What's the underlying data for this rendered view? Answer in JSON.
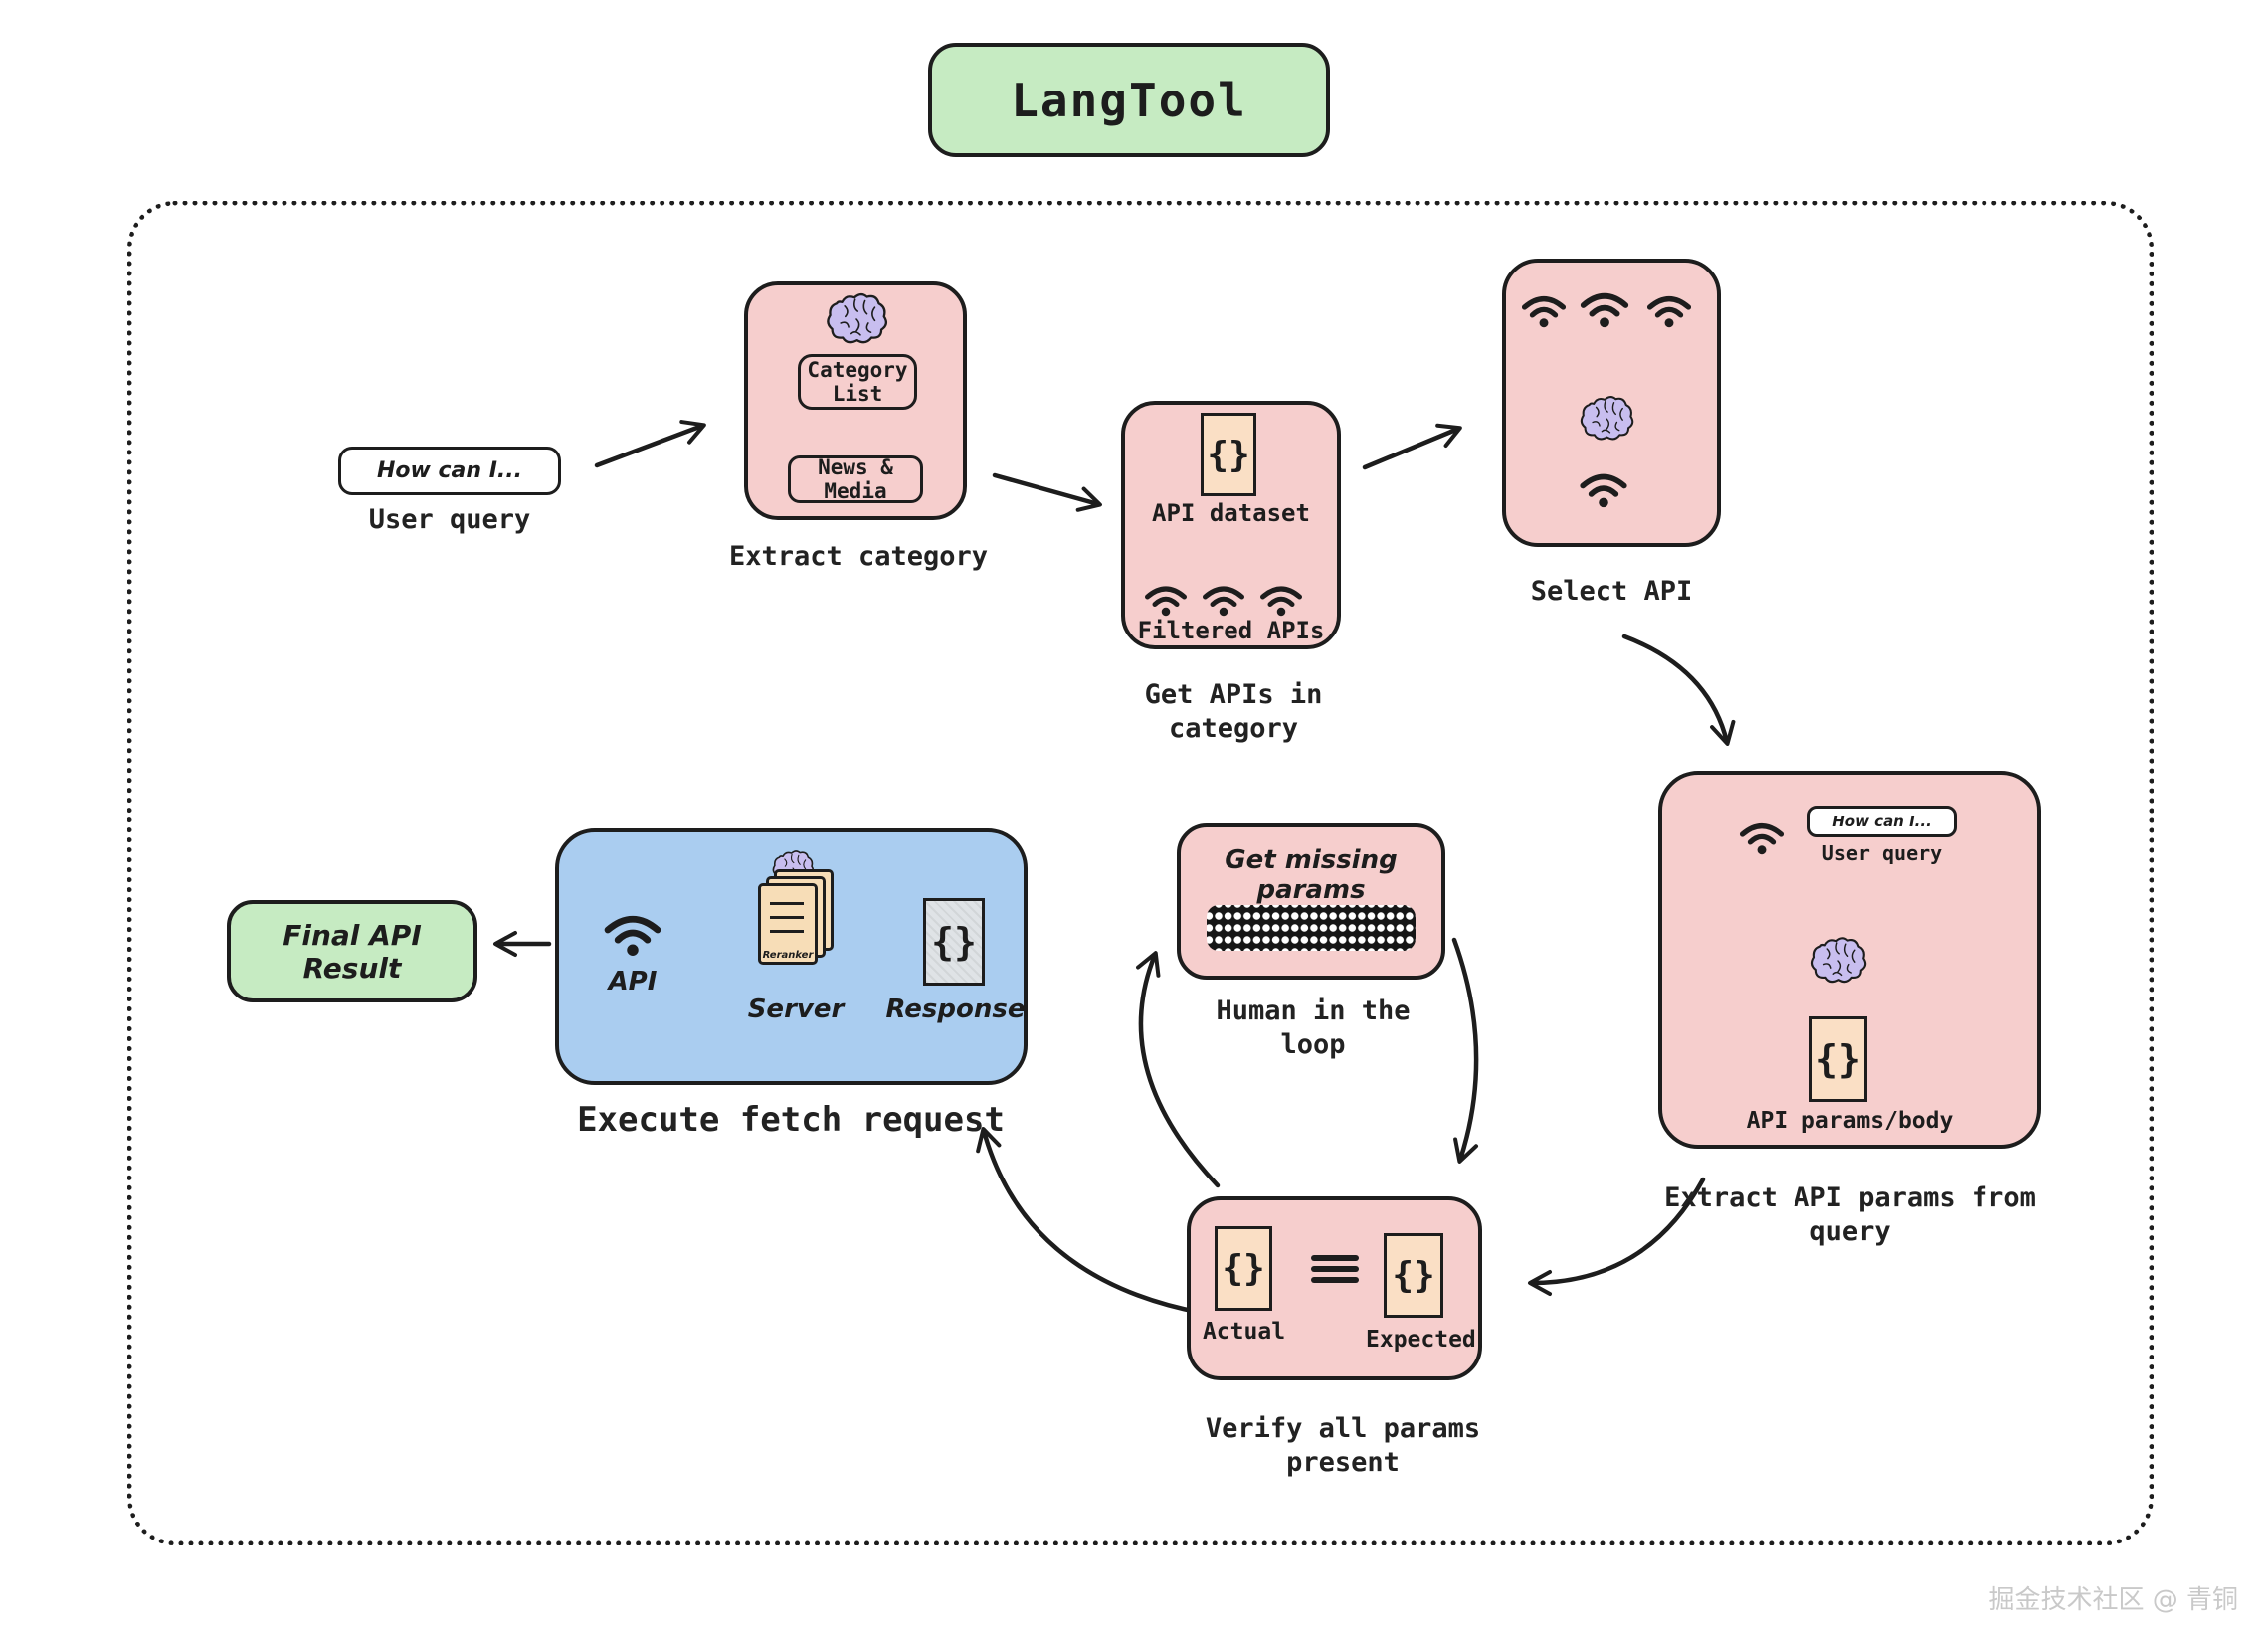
{
  "title": "LangTool",
  "braces_glyph": "{}",
  "watermark": "掘金技术社区 @ 青铜",
  "colors": {
    "box_pink": "#f6cecd",
    "box_blue": "#aacdf0",
    "box_green": "#c6ebc2",
    "doc_peach": "#fadfc5",
    "brain_purple": "#c8beef",
    "ink": "#1d1d1d"
  },
  "icons": {
    "wifi": "wifi-icon",
    "brain": "brain-icon",
    "keyboard": "keyboard-icon",
    "server_pages": "documents-icon",
    "response_doc": "document-icon",
    "equals": "triple-equals"
  },
  "nodes": {
    "user_query": {
      "text": "How can I...",
      "caption": "User query"
    },
    "extract_category": {
      "caption": "Extract category",
      "category_list": "Category List",
      "category_value": "News & Media"
    },
    "get_apis": {
      "caption": "Get APIs in category",
      "dataset_label": "API dataset",
      "filtered_label": "Filtered APIs"
    },
    "select_api": {
      "caption": "Select API"
    },
    "extract_params": {
      "caption": "Extract API params from query",
      "query_text": "How can I...",
      "query_label": "User query",
      "params_label": "API params/body"
    },
    "execute_fetch": {
      "caption": "Execute fetch request",
      "api_label": "API",
      "reranker_label": "Reranker",
      "server_label": "Server",
      "response_label": "Response"
    },
    "final_result": {
      "text": "Final API Result"
    },
    "human_loop": {
      "text": "Get missing params",
      "caption": "Human in the loop"
    },
    "verify": {
      "caption": "Verify all params present",
      "actual_label": "Actual",
      "expected_label": "Expected"
    }
  }
}
